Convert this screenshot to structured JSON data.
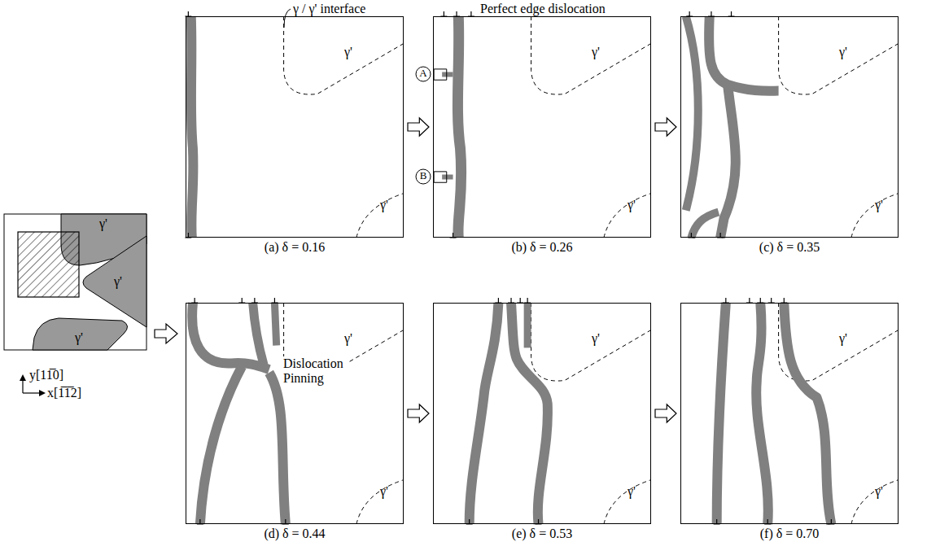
{
  "diagram": {
    "nodes": [
      {
        "text": [
          "(a) δ = 0.16"
        ]
      },
      {
        "text": [
          "(b) δ = 0.26"
        ]
      },
      {
        "text": [
          "(c) δ = 0.35"
        ]
      },
      {
        "text": [
          "(d) δ = 0.44"
        ]
      },
      {
        "text": [
          "(e) δ = 0.53"
        ]
      },
      {
        "text": [
          "(f) δ = 0.70"
        ]
      }
    ],
    "edges": [
      {
        "from": 0,
        "to": 1,
        "arrow": "to"
      },
      {
        "from": 1,
        "to": 2,
        "arrow": "to"
      },
      {
        "from": 3,
        "to": 4,
        "arrow": "to"
      },
      {
        "from": 4,
        "to": 5,
        "arrow": "to"
      }
    ],
    "labels": [
      "γ / γ' interface",
      "Perfect edge dislocation",
      "γ'",
      "γ'",
      "A",
      "B",
      "γ'",
      "γ'",
      "γ'",
      "γ'",
      "Dislocation Pinning",
      "γ'",
      "γ'",
      "γ'",
      "γ'",
      "γ'",
      "γ'",
      "γ'",
      "γ'",
      "γ'",
      "y[11̅0]",
      "x[1̅1̅2]"
    ]
  }
}
